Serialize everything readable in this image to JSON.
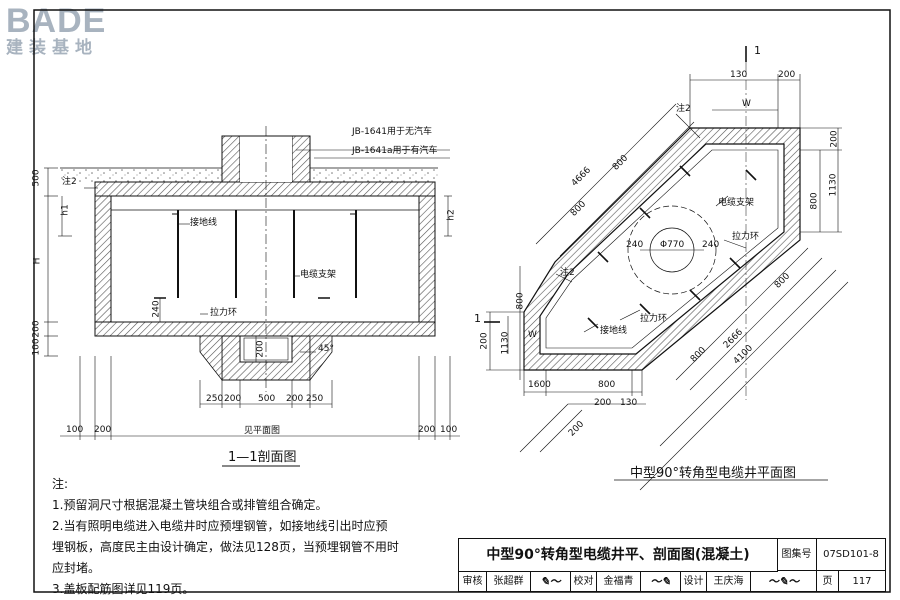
{
  "logo": {
    "main": "BADE",
    "sub": "建装基地"
  },
  "section_view": {
    "title": "1—1剖面图",
    "cover_labels": [
      "JB-1641用于无汽车",
      "JB-1641a用于有汽车"
    ],
    "note_label": "注2",
    "components": {
      "ground_wire": "接地线",
      "cable_rack": "电缆支架",
      "pull_ring": "拉力环"
    },
    "angle": "45°",
    "left_dims": [
      "500",
      "h1",
      "H",
      "200",
      "100"
    ],
    "h2": "h2",
    "dim_240": "240",
    "dim_200_sump": "200",
    "sump_dims": [
      "250",
      "200",
      "500",
      "200",
      "250"
    ],
    "bottom_dims": [
      "100",
      "200",
      "200",
      "100"
    ],
    "bottom_label": "见平面图"
  },
  "plan_view": {
    "title": "中型90°转角型电缆井平面图",
    "section_mark": "1",
    "note_label": "注2",
    "W": "W",
    "top_dims": [
      "130",
      "200"
    ],
    "right_dims": [
      "200",
      "1130",
      "800"
    ],
    "diag_dims": [
      "4666",
      "800",
      "800"
    ],
    "inner_dims": [
      "240",
      "Φ770",
      "240"
    ],
    "lower_diag_dims": [
      "800",
      "800",
      "2666",
      "4100"
    ],
    "left_dims": [
      "200",
      "1130",
      "800",
      "W"
    ],
    "bottom_dims": [
      "1600",
      "800",
      "200",
      "130",
      "200"
    ],
    "components": {
      "ground_wire": "接地线",
      "cable_rack": "电缆支架",
      "pull_ring": "拉力环",
      "pull_ring_2": "拉力环",
      "note2": "注2"
    }
  },
  "notes": [
    "注:",
    "1.预留洞尺寸根据混凝土管块组合或排管组合确定。",
    "2.当有照明电缆进入电缆井时应预埋钢管，如接地线引出时应预",
    "   埋钢板，高度民主由设计确定，做法见128页，当预埋钢管不用时",
    "   应封堵。",
    "3.盖板配筋图详见119页。"
  ],
  "title_block": {
    "title": "中型90°转角型电缆井平、剖面图(混凝土)",
    "atlas_label": "图集号",
    "atlas_no": "07SD101-8",
    "review_label": "审核",
    "reviewer": "张超群",
    "check_label": "校对",
    "checker": "金福青",
    "design_label": "设计",
    "designer": "王庆海",
    "page_label": "页",
    "page_no": "117"
  },
  "colors": {
    "line": "#111111",
    "hatch": "#555555",
    "logo": "#a8b3bf"
  }
}
